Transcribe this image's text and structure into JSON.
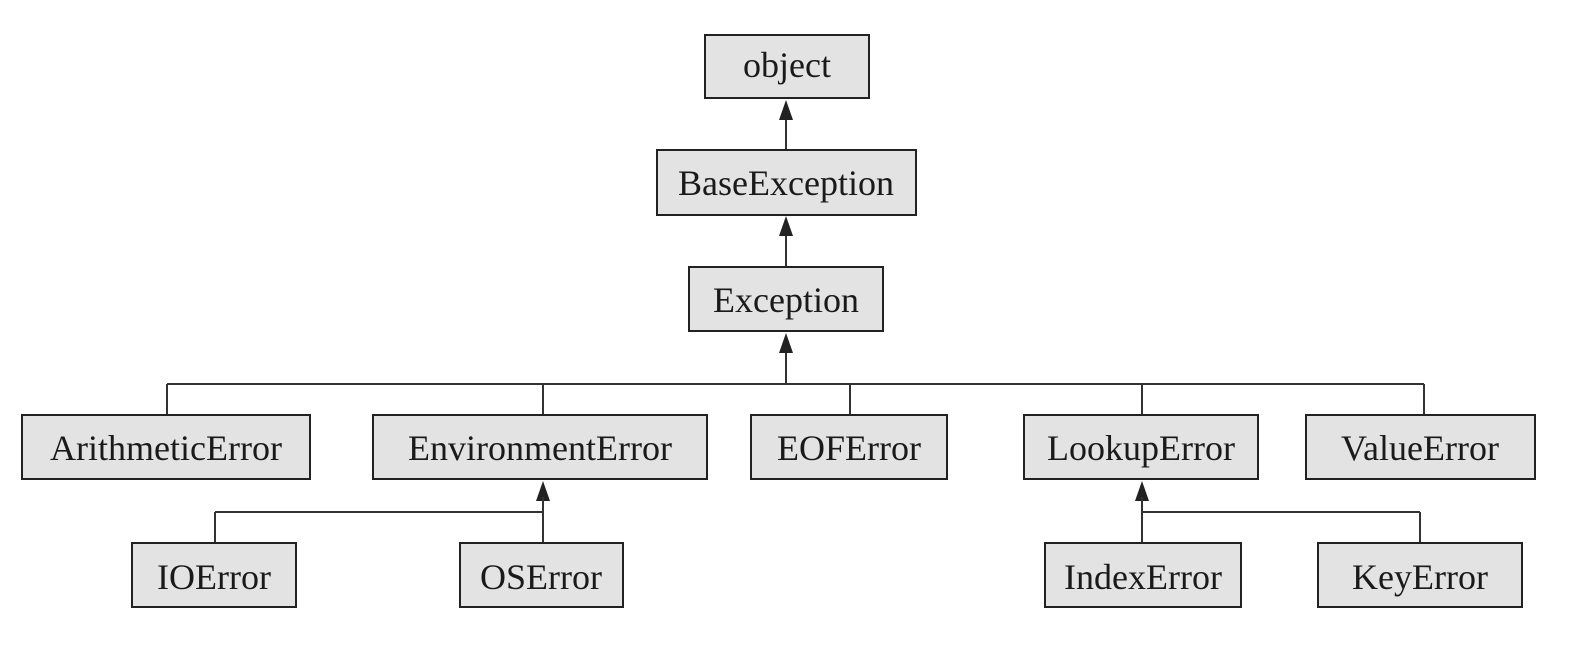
{
  "diagram": {
    "nodes": {
      "object": "object",
      "base_exception": "BaseException",
      "exception": "Exception",
      "arithmetic_error": "ArithmeticError",
      "environment_error": "EnvironmentError",
      "eof_error": "EOFError",
      "lookup_error": "LookupError",
      "value_error": "ValueError",
      "io_error": "IOError",
      "os_error": "OSError",
      "index_error": "IndexError",
      "key_error": "KeyError"
    },
    "edges": [
      {
        "from": "base_exception",
        "to": "object"
      },
      {
        "from": "exception",
        "to": "base_exception"
      },
      {
        "from": "arithmetic_error",
        "to": "exception"
      },
      {
        "from": "environment_error",
        "to": "exception"
      },
      {
        "from": "eof_error",
        "to": "exception"
      },
      {
        "from": "lookup_error",
        "to": "exception"
      },
      {
        "from": "value_error",
        "to": "exception"
      },
      {
        "from": "io_error",
        "to": "environment_error"
      },
      {
        "from": "os_error",
        "to": "environment_error"
      },
      {
        "from": "index_error",
        "to": "lookup_error"
      },
      {
        "from": "key_error",
        "to": "lookup_error"
      }
    ]
  }
}
